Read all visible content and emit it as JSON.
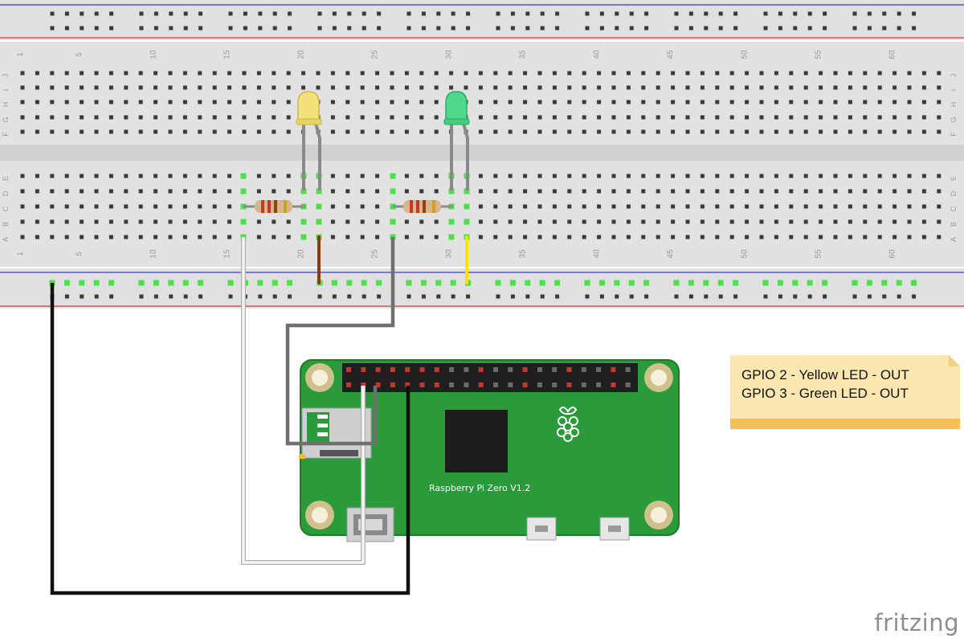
{
  "breadboard": {
    "column_numbers": [
      "1",
      "5",
      "10",
      "15",
      "20",
      "25",
      "30",
      "35",
      "40",
      "45",
      "50",
      "55",
      "60"
    ],
    "row_letters_top": [
      "J",
      "I",
      "H",
      "G",
      "F"
    ],
    "row_letters_bottom": [
      "E",
      "D",
      "C",
      "B",
      "A"
    ]
  },
  "board": {
    "label": "Raspberry Pi Zero V1.2"
  },
  "note": {
    "lines": [
      "GPIO 2 - Yellow LED - OUT",
      "GPIO 3 - Green LED - OUT"
    ]
  },
  "brand": "fritzing",
  "colors": {
    "yellow_led": "#f3e27a",
    "green_led": "#4fd98a",
    "board_green": "#2a9a3a",
    "wire_black": "#111111",
    "wire_white": "#f2f2f2",
    "wire_gray": "#707070",
    "wire_brown": "#8b3a12",
    "wire_yellow": "#f7e400",
    "note_bg": "#fde7b1",
    "note_bar": "#f6bf56"
  }
}
